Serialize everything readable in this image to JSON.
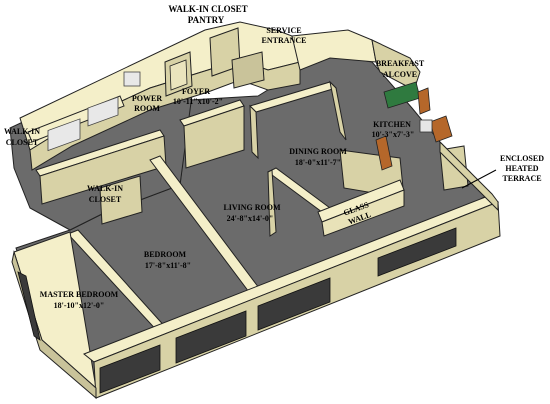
{
  "colors": {
    "floor": "#6b6b6b",
    "wall_top": "#f4efc9",
    "wall_face": "#d8d2a6",
    "wall_dark": "#b9b28a",
    "outline": "#222222",
    "window": "#3a3a3a",
    "cabinet": "#b5672a",
    "counter_green": "#2f7a3f"
  },
  "rooms": {
    "walk_in_closet_pantry": [
      "WALK-IN CLOSET",
      "PANTRY"
    ],
    "service_entrance": [
      "SERVICE",
      "ENTRANCE"
    ],
    "breakfast_alcove": [
      "BREAKFAST",
      "ALCOVE"
    ],
    "power_room": [
      "POWER",
      "ROOM"
    ],
    "foyer": [
      "FOYER",
      "10'-11\"x10'-2\""
    ],
    "walk_in_closet_left": [
      "WALK-IN",
      "CLOSET"
    ],
    "kitchen": [
      "KITCHEN",
      "10'-3\"x7'-3\""
    ],
    "dining_room": [
      "DINING ROOM",
      "18'-0\"x11'-7\""
    ],
    "enclosed_terrace": [
      "ENCLOSED",
      "HEATED",
      "TERRACE"
    ],
    "walk_in_closet_center": [
      "WALK-IN",
      "CLOSET"
    ],
    "glass_wall": [
      "GLASS",
      "WALL"
    ],
    "living_room": [
      "LIVING ROOM",
      "24'-8\"x14'-0\""
    ],
    "bedroom": [
      "BEDROOM",
      "17'-8\"x11'-8\""
    ],
    "master_bedroom": [
      "MASTER BEDROOM",
      "18'-10\"x12'-0\""
    ]
  }
}
